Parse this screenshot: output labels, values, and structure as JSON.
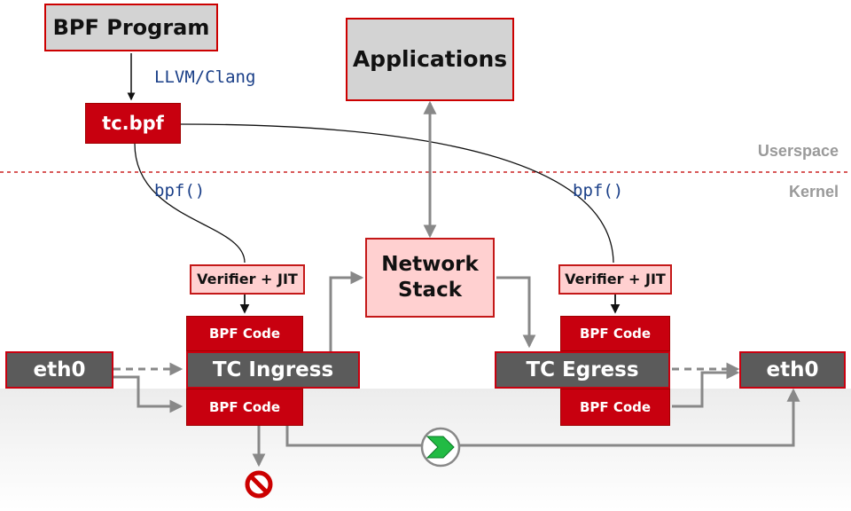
{
  "labels": {
    "bpf_program": "BPF Program",
    "compiler": "LLVM/Clang",
    "object_file": "tc.bpf",
    "applications": "Applications",
    "userspace": "Userspace",
    "kernel": "Kernel",
    "syscall_left": "bpf()",
    "syscall_right": "bpf()",
    "verifier_left": "Verifier + JIT",
    "verifier_right": "Verifier + JIT",
    "network_stack": "Network Stack",
    "bpf_code": "BPF Code",
    "tc_ingress": "TC Ingress",
    "tc_egress": "TC Egress",
    "eth0_in": "eth0",
    "eth0_out": "eth0"
  },
  "colors": {
    "red": "#c8000f",
    "dark_gray": "#5b5b5b",
    "light_gray": "#d3d3d3",
    "pink": "#ffd0d0",
    "green": "#22bb44",
    "arrow_gray": "#888888"
  },
  "icons": {
    "pass": "green-chevron-icon",
    "drop": "prohibited-icon"
  }
}
